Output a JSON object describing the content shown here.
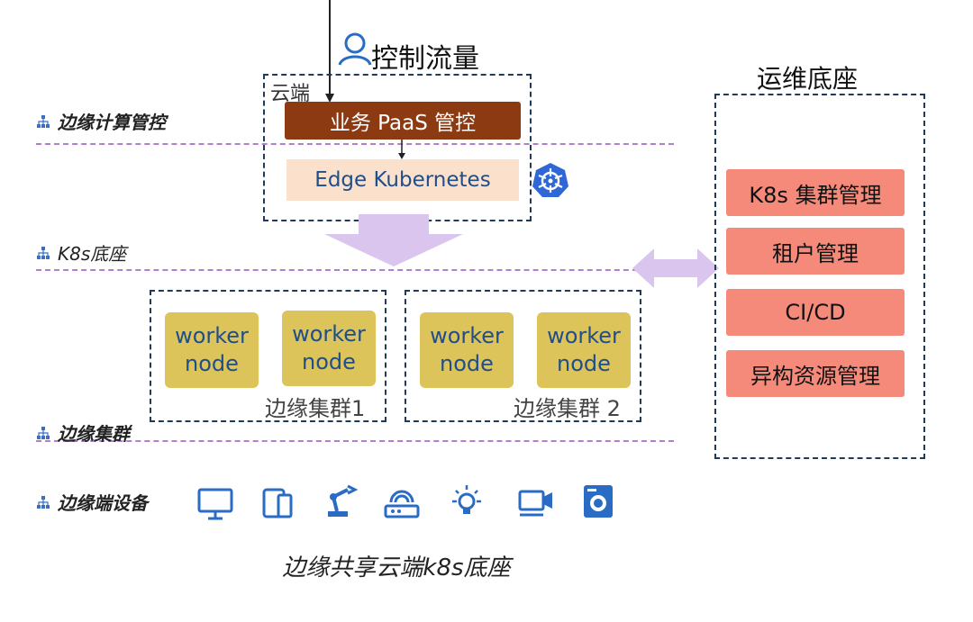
{
  "user_flow": {
    "label": "控制流量",
    "icon": "user-icon"
  },
  "cloud": {
    "label": "云端",
    "paas_label": "业务 PaaS 管控",
    "k8s_label": "Edge Kubernetes",
    "k8s_icon": "kubernetes-icon"
  },
  "layers": [
    {
      "label": "边缘计算管控"
    },
    {
      "label": "K8s底座"
    },
    {
      "label": "边缘集群"
    },
    {
      "label": "边缘端设备"
    }
  ],
  "clusters": [
    {
      "name": "边缘集群1",
      "workers": [
        "worker\nnode",
        "worker\nnode"
      ]
    },
    {
      "name": "边缘集群 2",
      "workers": [
        "worker\nnode",
        "worker\nnode"
      ]
    }
  ],
  "ops": {
    "title": "运维底座",
    "items": [
      "K8s 集群管理",
      "租户管理",
      "CI/CD",
      "异构资源管理"
    ]
  },
  "devices": [
    "monitor-icon",
    "phone-icon",
    "robot-arm-icon",
    "router-icon",
    "light-bulb-icon",
    "camera-icon",
    "washing-machine-icon"
  ],
  "caption": "边缘共享云端k8s底座",
  "colors": {
    "paas": "#8c3a12",
    "k8s_box": "#fbe0cc",
    "worker": "#dcc45a",
    "ops": "#f58a7a",
    "kube": "#3067d6",
    "device": "#2a6cc4",
    "arrow": "#d9c5ee"
  }
}
